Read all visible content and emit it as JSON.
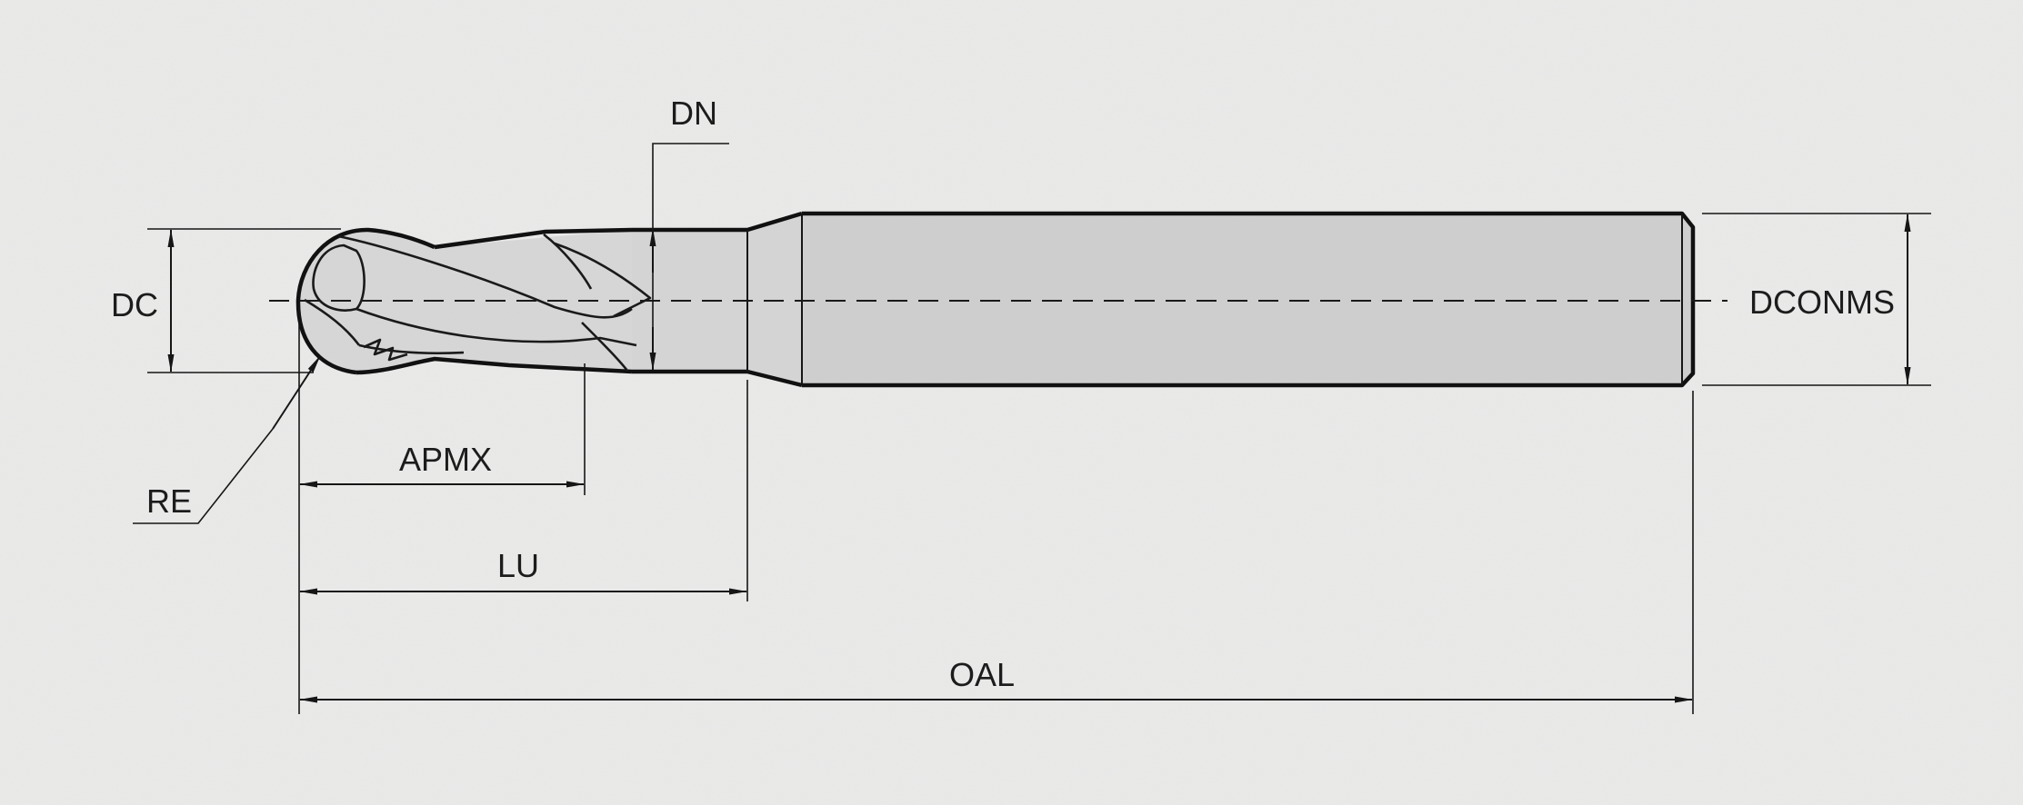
{
  "labels": {
    "dn": "DN",
    "dc": "DC",
    "dconms": "DCONMS",
    "re": "RE",
    "apmx": "APMX",
    "lu": "LU",
    "oal": "OAL"
  },
  "colors": {
    "background": "#ebebea",
    "tool_fill": "#cfcfcf",
    "outline": "#111111"
  },
  "subject": "ball-nose-end-mill-icon"
}
